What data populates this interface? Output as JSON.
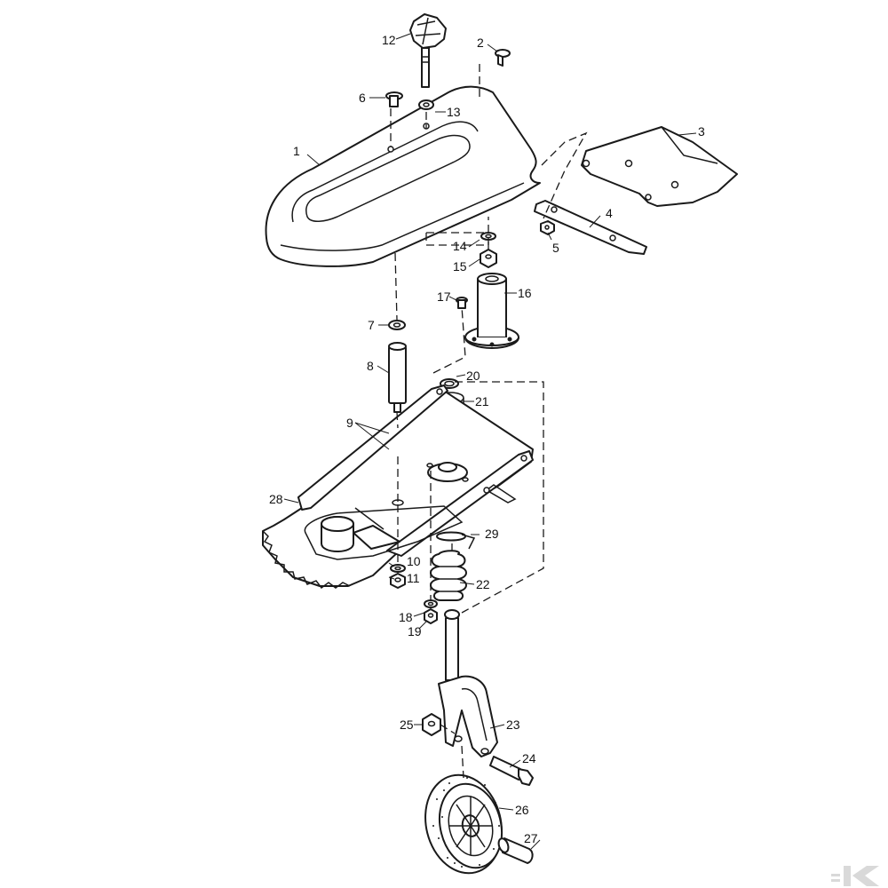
{
  "diagram": {
    "callouts": [
      "1",
      "2",
      "3",
      "4",
      "5",
      "6",
      "7",
      "8",
      "9",
      "10",
      "11",
      "12",
      "13",
      "14",
      "15",
      "16",
      "17",
      "18",
      "19",
      "20",
      "21",
      "22",
      "23",
      "24",
      "25",
      "26",
      "27",
      "28",
      "29"
    ]
  },
  "icons": {
    "corner_logo": "kramp-logo-icon"
  },
  "colors": {
    "line": "#1a1a1a",
    "background": "#ffffff",
    "logo": "#d9d9d9"
  }
}
